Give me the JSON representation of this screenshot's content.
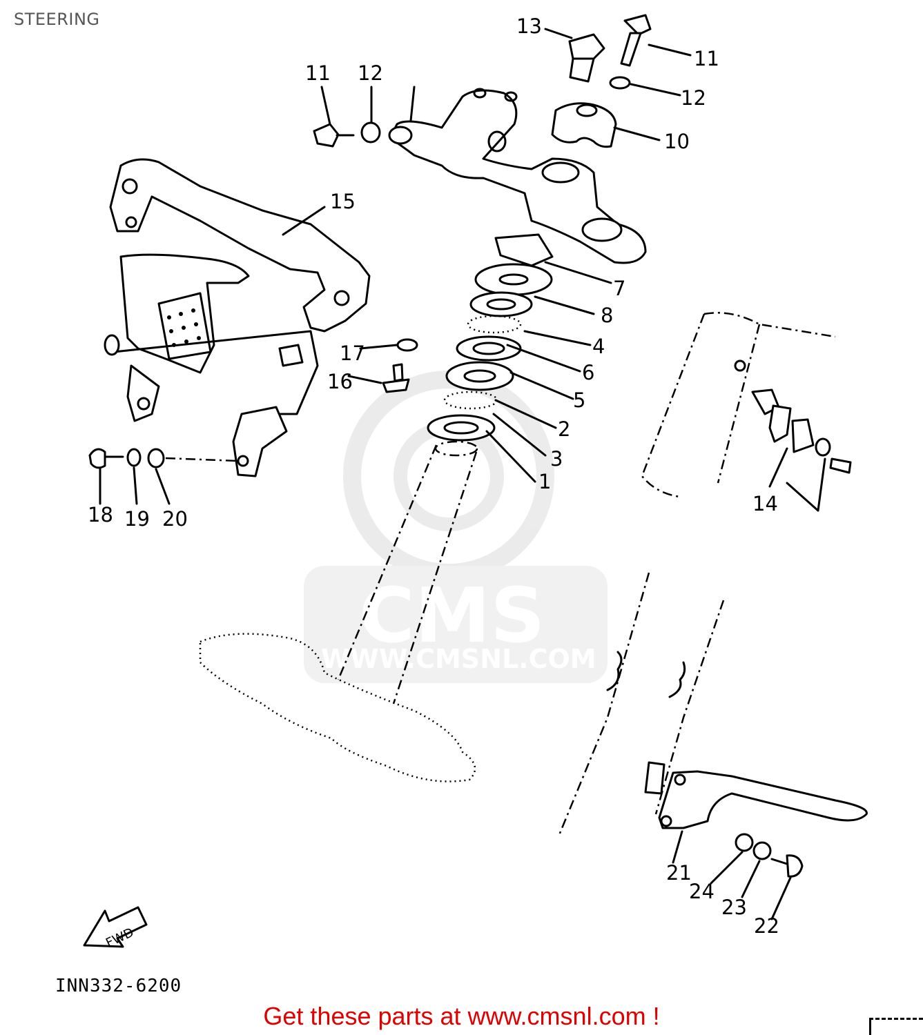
{
  "title": "STEERING",
  "watermark": {
    "brand": "CMS",
    "url": "WWW.CMSNL.COM"
  },
  "diagram_code": "INN332-6200",
  "fwd_label": "FWD",
  "promo": "Get these parts at www.cmsnl.com !",
  "callouts": {
    "c1": "1",
    "c2": "2",
    "c3": "3",
    "c4": "4",
    "c5": "5",
    "c6": "6",
    "c7": "7",
    "c8": "8",
    "c10": "10",
    "c11a": "11",
    "c11b": "11",
    "c12a": "12",
    "c12b": "12",
    "c13": "13",
    "c14": "14",
    "c15": "15",
    "c16": "16",
    "c17": "17",
    "c18": "18",
    "c19": "19",
    "c20": "20",
    "c21": "21",
    "c22": "22",
    "c23": "23",
    "c24": "24"
  }
}
